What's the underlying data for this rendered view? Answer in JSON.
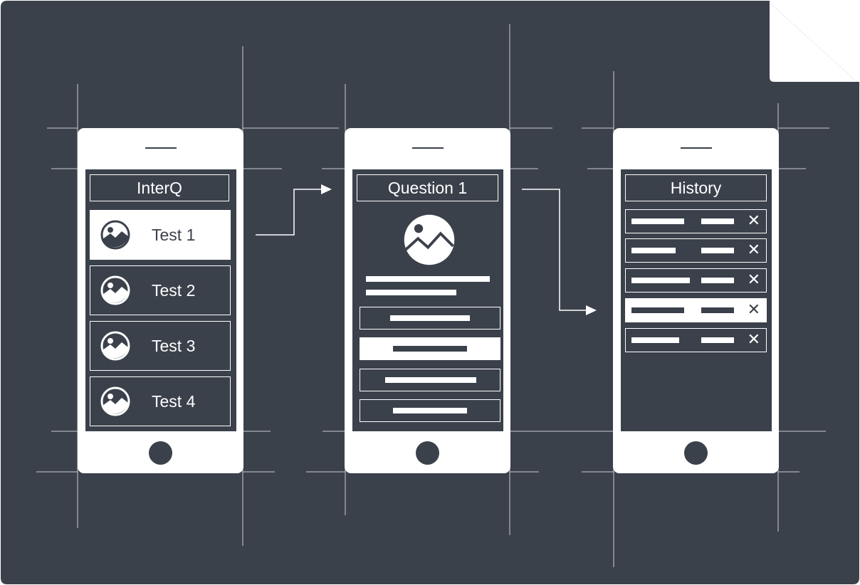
{
  "colors": {
    "background": "#3b414b",
    "foreground": "#ffffff",
    "guides": "#c9ccd1"
  },
  "screens": {
    "home": {
      "title": "InterQ",
      "items": [
        {
          "label": "Test 1",
          "icon": "image-icon",
          "selected": true
        },
        {
          "label": "Test 2",
          "icon": "image-icon",
          "selected": false
        },
        {
          "label": "Test 3",
          "icon": "image-icon",
          "selected": false
        },
        {
          "label": "Test 4",
          "icon": "image-icon",
          "selected": false
        }
      ]
    },
    "question": {
      "title": "Question 1",
      "image_icon": "image-icon",
      "answers": [
        {
          "selected": false
        },
        {
          "selected": true
        },
        {
          "selected": false
        },
        {
          "selected": false
        }
      ]
    },
    "history": {
      "title": "History",
      "delete_glyph": "✕",
      "rows": [
        {
          "selected": false
        },
        {
          "selected": false
        },
        {
          "selected": false
        },
        {
          "selected": true
        },
        {
          "selected": false
        }
      ]
    }
  },
  "flow": [
    "home → question",
    "question → history"
  ]
}
